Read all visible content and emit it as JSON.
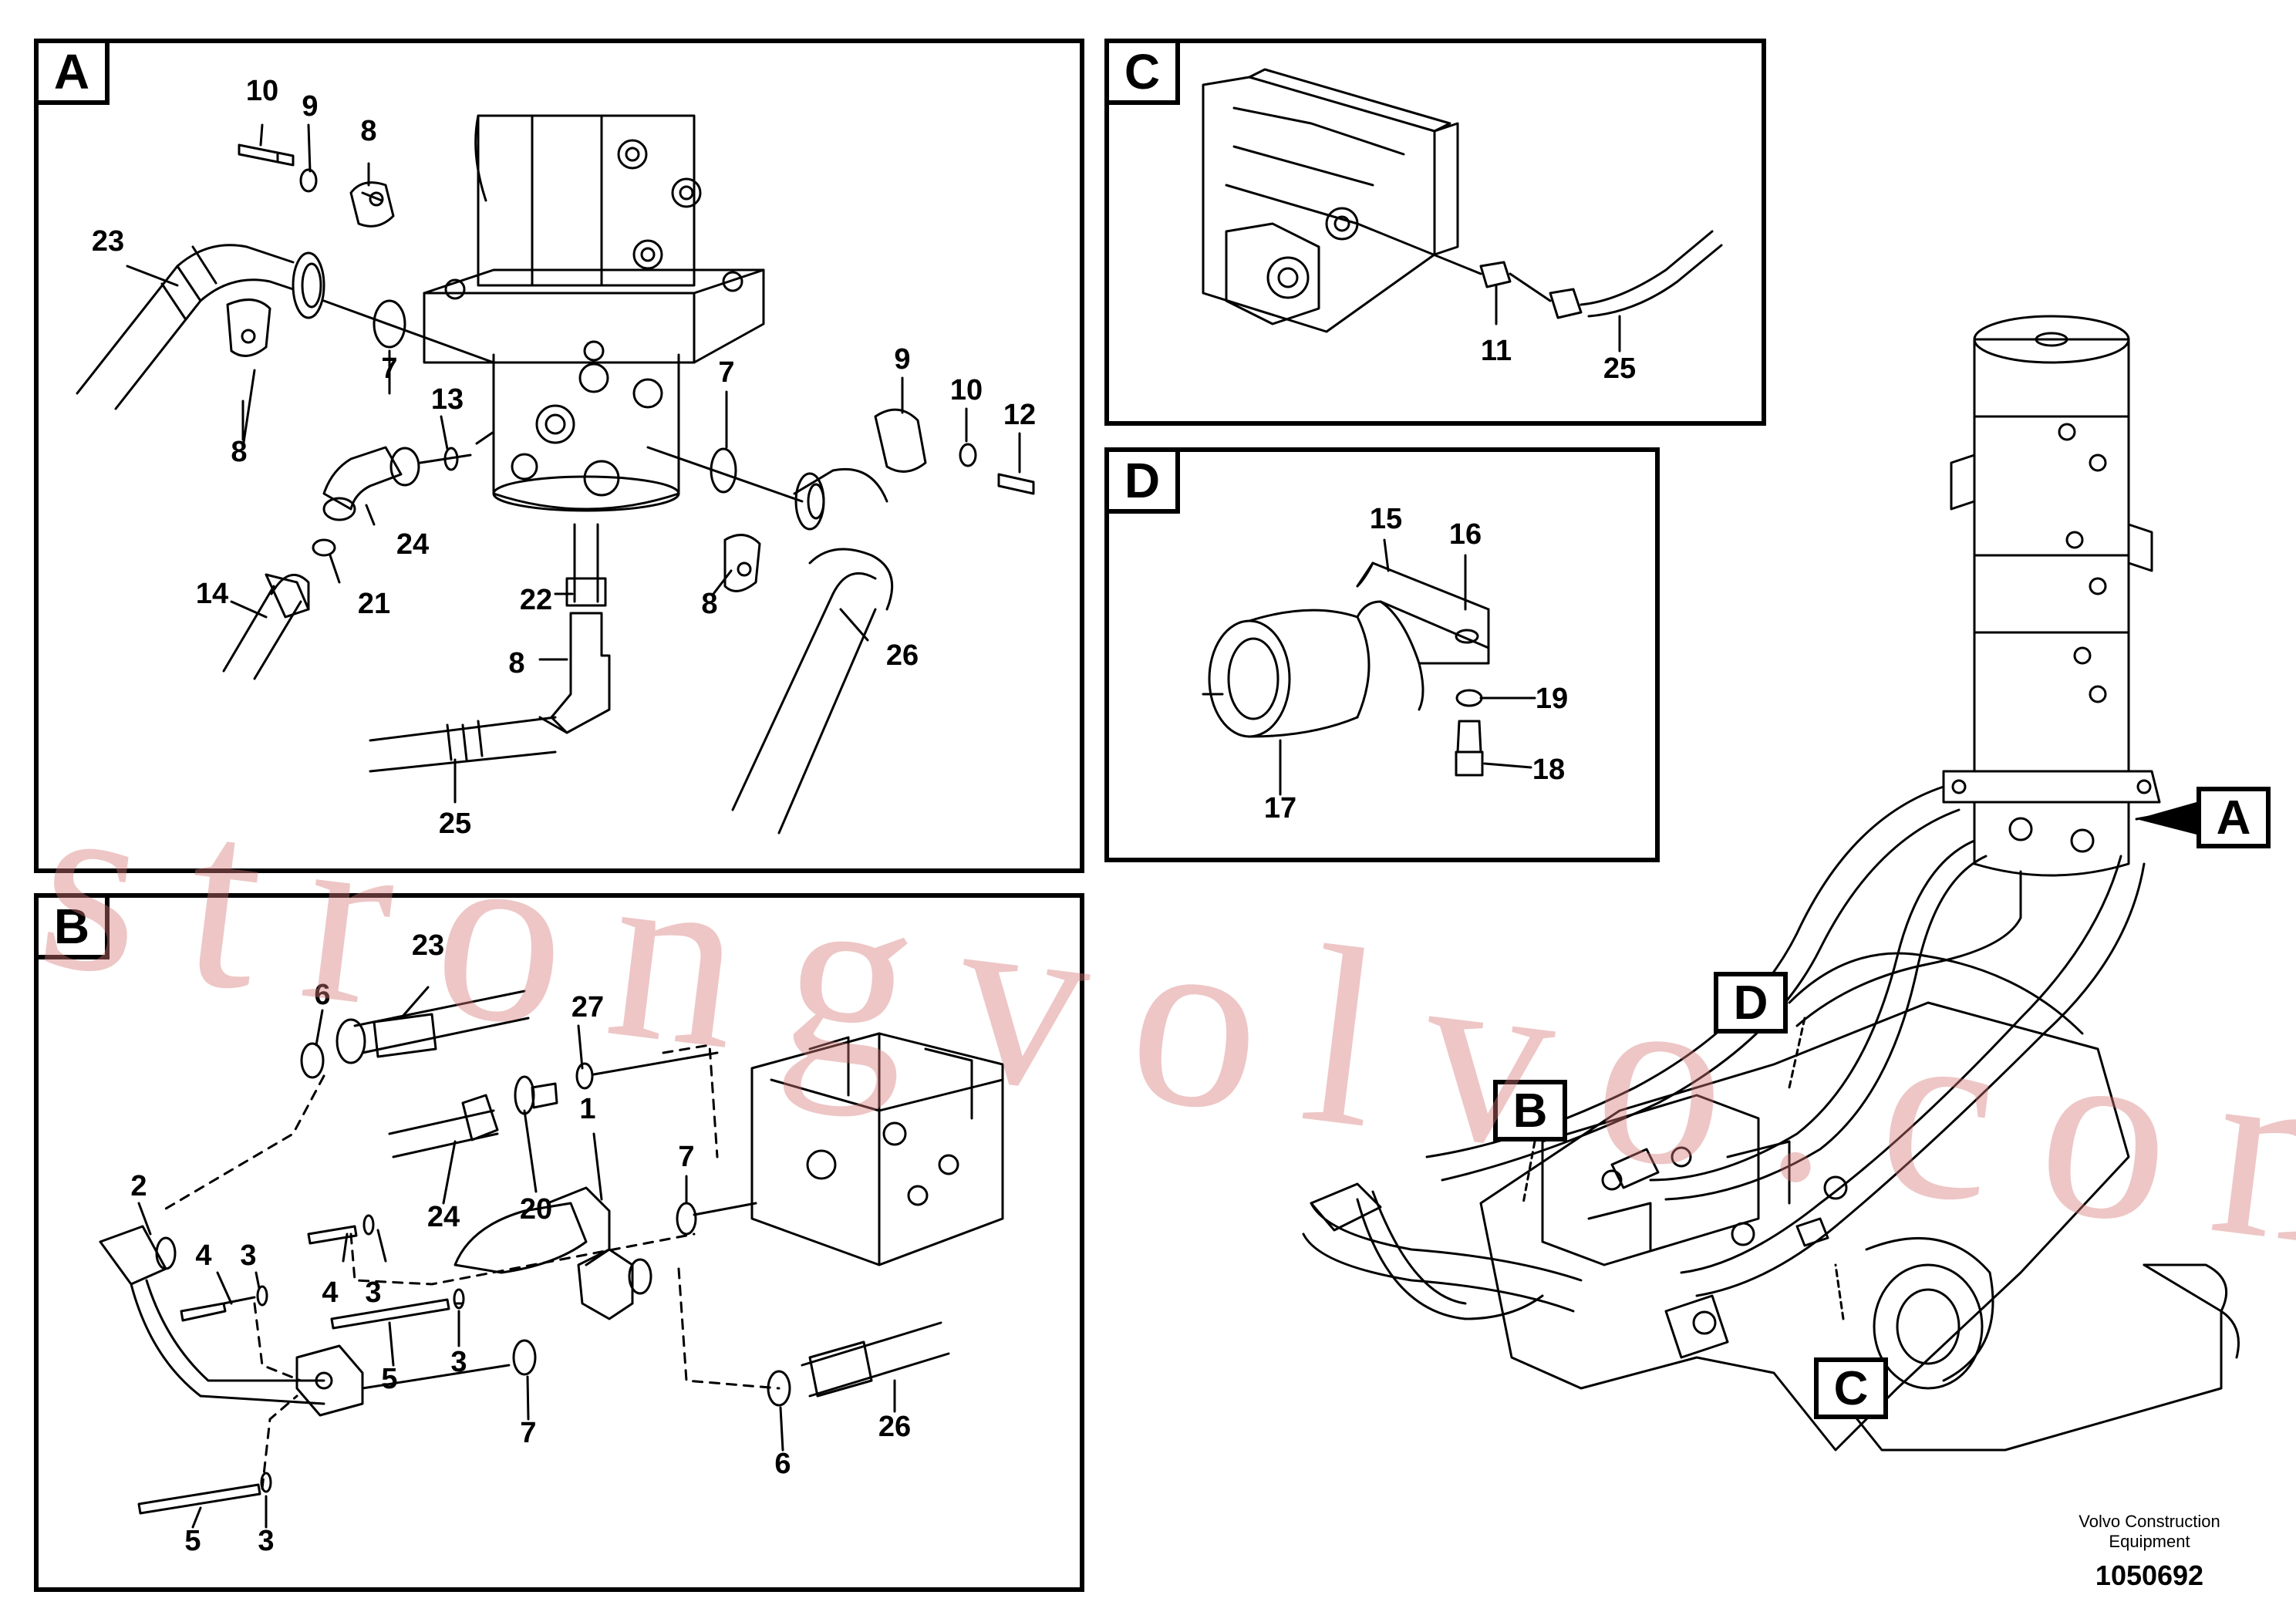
{
  "panels": {
    "a": "A",
    "b": "B",
    "c": "C",
    "d": "D"
  },
  "callouts": {
    "a": "A",
    "b": "B",
    "c": "C",
    "d": "D"
  },
  "part_numbers": {
    "a": [
      "10",
      "9",
      "8",
      "23",
      "7",
      "8",
      "13",
      "7",
      "8",
      "9",
      "10",
      "12",
      "24",
      "14",
      "21",
      "22",
      "8",
      "26",
      "25"
    ],
    "b": [
      "23",
      "6",
      "27",
      "1",
      "2",
      "24",
      "20",
      "7",
      "4",
      "3",
      "4",
      "3",
      "5",
      "3",
      "7",
      "26",
      "5",
      "3",
      "6"
    ],
    "c": [
      "11",
      "25"
    ],
    "d": [
      "15",
      "16",
      "19",
      "17",
      "18"
    ]
  },
  "watermark": "strongvolvo.com",
  "footer": {
    "maker_line1": "Volvo Construction",
    "maker_line2": "Equipment",
    "drawing_number": "1050692"
  }
}
